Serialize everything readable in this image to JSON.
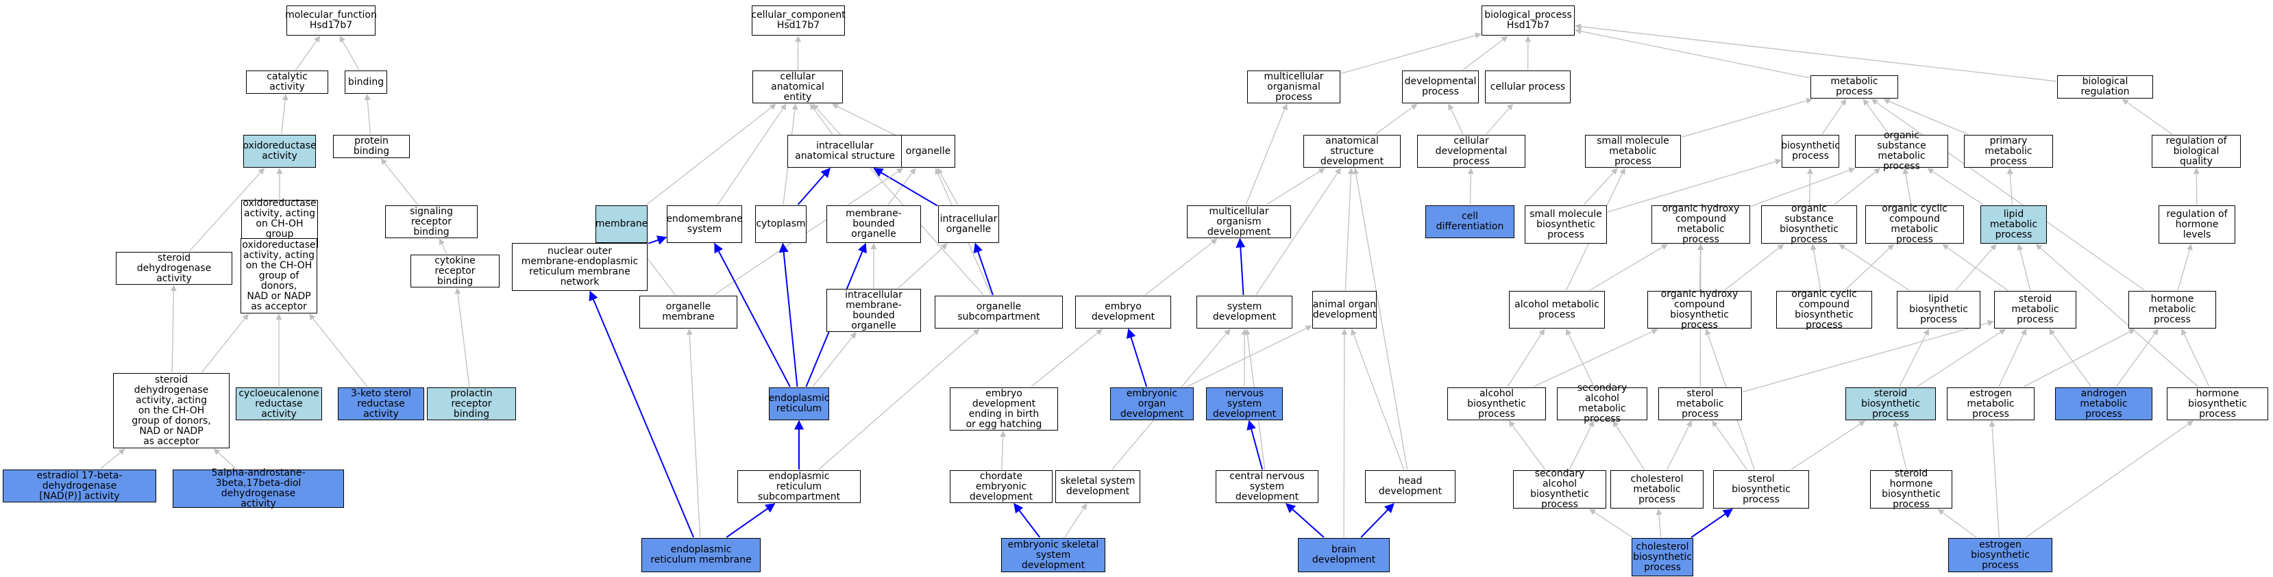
{
  "colors": {
    "plain_fill": "#ffffff",
    "highlight_fill": "#add8e6",
    "annotated_fill": "#6495ed",
    "inferred_edge": "#c0c0c0",
    "direct_edge": "#0000ff",
    "border": "#000000"
  },
  "nodes": {
    "mf_root": "molecular_function\nHsd17b7",
    "catalytic": "catalytic activity",
    "binding": "binding",
    "oxidoreductase": "oxidoreductase\nactivity",
    "protein_binding": "protein binding",
    "ox_choh": "oxidoreductase\nactivity, acting\non CH-OH group\nof donors",
    "signaling_receptor_binding": "signaling receptor\nbinding",
    "steroid_dh": "steroid dehydrogenase\nactivity",
    "ox_choh_nad": "oxidoreductase\nactivity, acting\non the CH-OH\ngroup of donors,\nNAD or NADP\nas acceptor",
    "cytokine_receptor_binding": "cytokine receptor\nbinding",
    "steroid_dh_choh": "steroid dehydrogenase\nactivity, acting\non the CH-OH\ngroup of donors,\nNAD or NADP\nas acceptor",
    "cycloeucalenone": "cycloeucalenone\nreductase activity",
    "keto_sterol": "3-keto sterol\nreductase activity",
    "prolactin": "prolactin receptor\nbinding",
    "estradiol": "estradiol 17-beta-dehydrogenase\n[NAD(P)] activity",
    "androstane": "5alpha-androstane-3beta,17beta-diol\ndehydrogenase\nactivity",
    "cc_root": "cellular_component\nHsd17b7",
    "cae": "cellular anatomical\nentity",
    "ias": "intracellular\nanatomical structure",
    "organelle": "organelle",
    "membrane": "membrane",
    "endomembrane": "endomembrane\nsystem",
    "cytoplasm": "cytoplasm",
    "mbo": "membrane-bounded\norganelle",
    "intra_org": "intracellular\norganelle",
    "nuclear_outer": "nuclear outer\nmembrane-endoplasmic\nreticulum membrane\nnetwork",
    "org_membrane": "organelle membrane",
    "imbo": "intracellular\nmembrane-bounded\norganelle",
    "org_subcomp": "organelle subcompartment",
    "er": "endoplasmic\nreticulum",
    "er_subcomp": "endoplasmic\nreticulum subcompartment",
    "er_membrane": "endoplasmic\nreticulum membrane",
    "bp_root": "biological_process\nHsd17b7",
    "multicellular_process": "multicellular\norganismal process",
    "developmental": "developmental\nprocess",
    "cellular_process": "cellular process",
    "metabolic": "metabolic process",
    "biological_regulation": "biological regulation",
    "asd": "anatomical structure\ndevelopment",
    "cdp": "cellular developmental\nprocess",
    "smmp": "small molecule\nmetabolic process",
    "biosynthetic": "biosynthetic\nprocess",
    "osmp": "organic substance\nmetabolic process",
    "pmp": "primary metabolic\nprocess",
    "rbq": "regulation of\nbiological quality",
    "mod": "multicellular\norganism development",
    "cell_diff": "cell differentiation",
    "smbp": "small molecule\nbiosynthetic\nprocess",
    "ohcmp": "organic hydroxy\ncompound metabolic\nprocess",
    "osbp": "organic substance\nbiosynthetic\nprocess",
    "occmp": "organic cyclic\ncompound metabolic\nprocess",
    "lipid_mp": "lipid metabolic\nprocess",
    "rhl": "regulation of\nhormone levels",
    "embryo_dev": "embryo development",
    "system_dev": "system development",
    "aod": "animal organ\ndevelopment",
    "alcohol_mp": "alcohol metabolic\nprocess",
    "ohcbp": "organic hydroxy\ncompound biosynthetic\nprocess",
    "occbp": "organic cyclic\ncompound biosynthetic\nprocess",
    "lipid_bp": "lipid biosynthetic\nprocess",
    "steroid_mp": "steroid metabolic\nprocess",
    "hormone_mp": "hormone metabolic\nprocess",
    "edebh": "embryo development\nending in birth\nor egg hatching",
    "eod": "embryonic organ\ndevelopment",
    "nsd": "nervous system\ndevelopment",
    "alcohol_bp": "alcohol biosynthetic\nprocess",
    "samp": "secondary alcohol\nmetabolic process",
    "sterol_mp": "sterol metabolic\nprocess",
    "steroid_bp": "steroid biosynthetic\nprocess",
    "estrogen_mp": "estrogen metabolic\nprocess",
    "androgen_mp": "androgen metabolic\nprocess",
    "hormone_bp": "hormone biosynthetic\nprocess",
    "ced": "chordate embryonic\ndevelopment",
    "ssd": "skeletal system\ndevelopment",
    "cnsd": "central nervous\nsystem development",
    "head_dev": "head development",
    "sabp": "secondary alcohol\nbiosynthetic\nprocess",
    "chol_mp": "cholesterol\nmetabolic process",
    "sterol_bp": "sterol biosynthetic\nprocess",
    "shbp": "steroid hormone\nbiosynthetic\nprocess",
    "esd": "embryonic skeletal\nsystem development",
    "brain_dev": "brain development",
    "chol_bp": "cholesterol\nbiosynthetic\nprocess",
    "estrogen_bp": "estrogen biosynthetic\nprocess"
  }
}
